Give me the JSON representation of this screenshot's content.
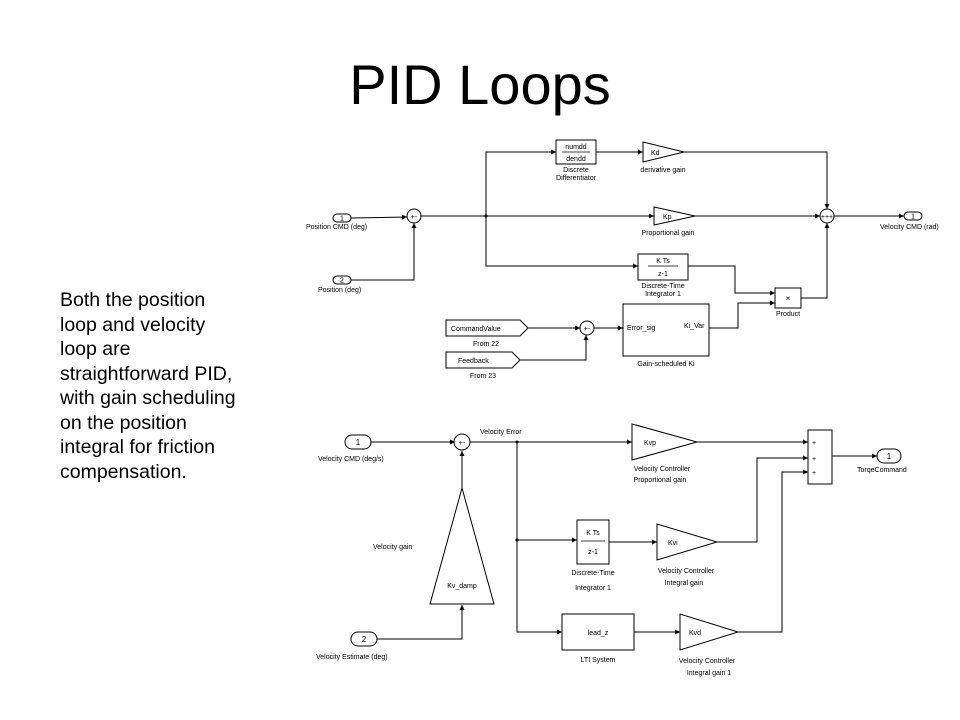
{
  "slide": {
    "title": "PID Loops",
    "body_lines": [
      "Both the position",
      "loop and velocity",
      "loop are",
      "straightforward PID,",
      "with gain scheduling",
      "on the position",
      "integral for friction",
      "compensation."
    ]
  },
  "position_loop": {
    "in1_num": "1",
    "in1_label": "Position CMD (deg)",
    "in2_num": "2",
    "in2_label": "Position (deg)",
    "sum_signs": "+-",
    "diff_num": "numdd",
    "diff_den": "dendd",
    "diff_label_1": "Discrete",
    "diff_label_2": "Differentiator",
    "kd_gain": "Kd",
    "kd_label": "derivative gain",
    "kp_gain": "Kp",
    "kp_label": "Proportional gain",
    "int_num": "K Ts",
    "int_den": "z-1",
    "int_label_1": "Discrete-Time",
    "int_label_2": "Integrator 1",
    "product_symbol": "×",
    "product_label": "Product",
    "sum2_signs": "+++",
    "out_num": "1",
    "out_label": "Velocity CMD (rad)",
    "from22_tag": "CommandValue",
    "from22_label": "From 22",
    "from23_tag": "Feedback",
    "from23_label": "From 23",
    "gs_in": "Error_sig",
    "gs_out": "Ki_Var",
    "gs_label": "Gain-scheduled Ki"
  },
  "velocity_loop": {
    "in1_num": "1",
    "in1_label": "Velocity CMD (deg/s)",
    "in2_num": "2",
    "in2_label": "Velocity Estimate (deg)",
    "err_label": "Velocity Error",
    "sum_signs": "+-",
    "kvp_gain": "Kvp",
    "kvp_label_1": "Velocity Controller",
    "kvp_label_2": "Proportional gain",
    "int_num": "K Ts",
    "int_den": "z-1",
    "int_label_1": "Discrete-Time",
    "int_label_2": "Integrator 1",
    "kvi_gain": "Kvi",
    "kvi_label_1": "Velocity Controller",
    "kvi_label_2": "Integral gain",
    "lead_block": "lead_z",
    "lti_label": "LTI System",
    "kvd_gain": "Kvd",
    "kvd_label_1": "Velocity Controller",
    "kvd_label_2": "Integral gain 1",
    "damp_gain": "Kv_damp",
    "damp_label": "Velocity gain",
    "sum3_signs": "+++",
    "out_num": "1",
    "out_label": "TorqeCommand"
  }
}
